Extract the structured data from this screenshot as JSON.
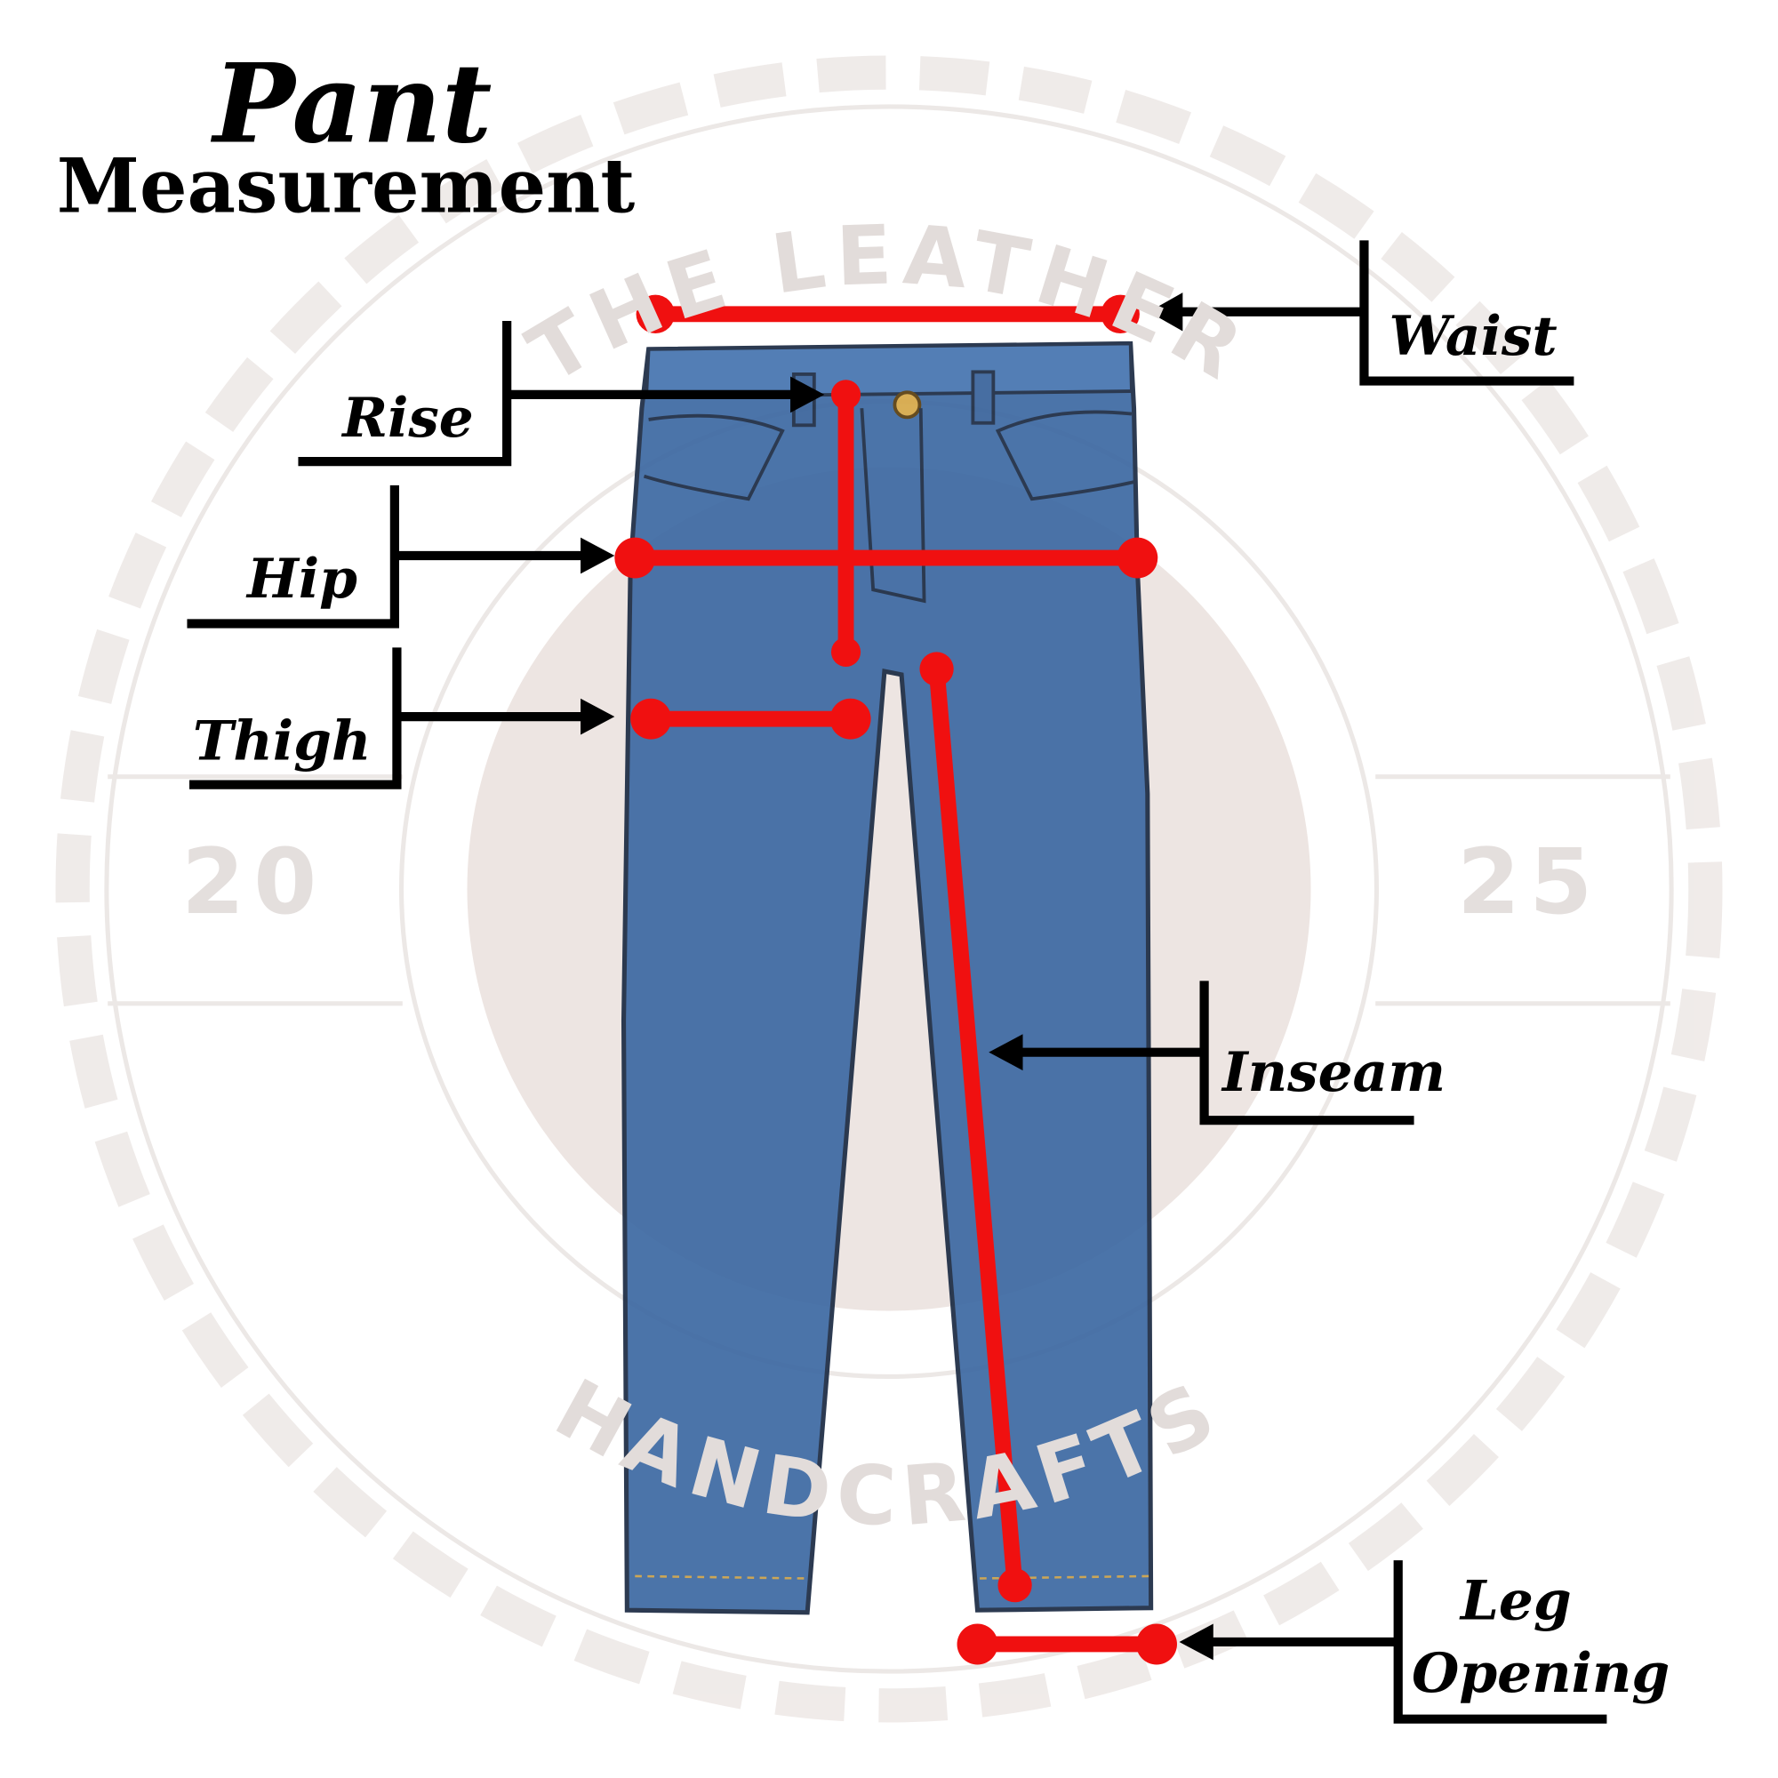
{
  "title": {
    "line1": "Pant",
    "line2": "Measurement"
  },
  "labels": {
    "waist": "Waist",
    "rise": "Rise",
    "hip": "Hip",
    "thigh": "Thigh",
    "inseam": "Inseam",
    "leg_opening_1": "Leg",
    "leg_opening_2": "Opening"
  },
  "watermark": {
    "top": "THE LEATHER",
    "bottom": "HANDCRAFTS",
    "year_left": "20",
    "year_right": "25"
  },
  "colors": {
    "measure_line": "#f01010",
    "denim": "#3e6aa3",
    "watermark": "#e2dcda"
  }
}
